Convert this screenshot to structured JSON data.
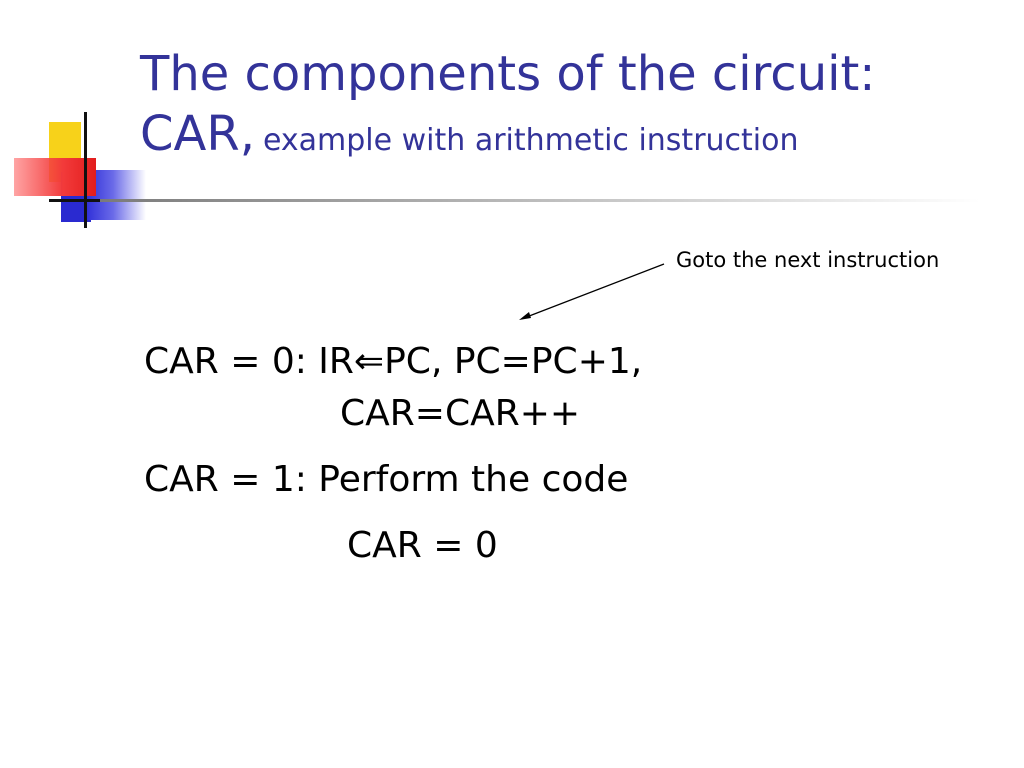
{
  "title": {
    "line1": "The components of the circuit:",
    "line2_main": "CAR,",
    "line2_sub": "example with arithmetic instruction"
  },
  "annotation": {
    "text": "Goto the next instruction"
  },
  "body": {
    "line1": "CAR = 0: IR⇐PC, PC=PC+1,",
    "line2": "CAR=CAR++",
    "line3": "CAR = 1: Perform the code",
    "line4": "CAR = 0"
  },
  "colors": {
    "title": "#333399",
    "text": "#000000",
    "accent_yellow": "#f7d21a",
    "accent_blue": "#2a2ad0",
    "accent_red": "#e21d1d"
  }
}
